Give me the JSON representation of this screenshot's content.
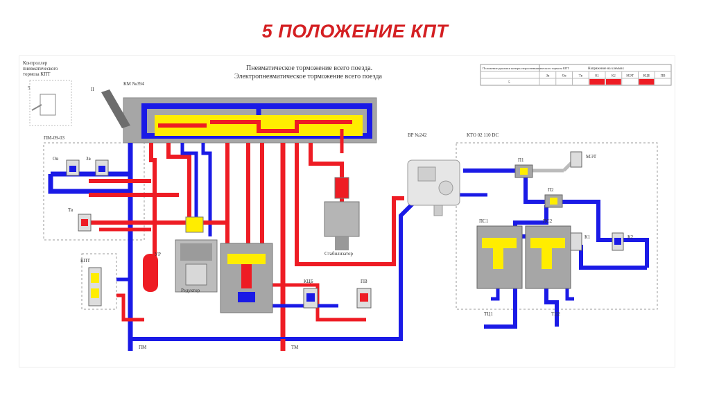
{
  "slide": {
    "title": "5 ПОЛОЖЕНИЕ КПТ"
  },
  "diagram": {
    "heading_line1": "Пневматическое торможение всего поезда.",
    "heading_line2": "Электропневматическое торможение всего поезда",
    "controller_label_1": "Контроллер",
    "controller_label_2": "пневматического",
    "controller_label_3": "тормоза КПТ",
    "controller_pos_5": "5",
    "controller_pos_2": "II",
    "valve_km": "КМ №394",
    "valve_pm": "ПМ-09-03",
    "ov": "Ов",
    "zv": "Зв",
    "tv": "Тв",
    "kpt": "КПТ",
    "ur": "УР",
    "reduktor": "Редуктор",
    "stabilizator": "Стабилизатор",
    "kcb": "КЦБ",
    "pv": "ПВ",
    "pm": "ПМ",
    "tm": "ТМ",
    "vr": "ВР №242",
    "kto": "КТО 02 110 DC",
    "p1": "П1",
    "p2": "П2",
    "met": "МЭТ",
    "ps1": "ПС1",
    "ps2": "ПС2",
    "k1": "К1",
    "k2": "К2",
    "tc1": "ТЦ1",
    "tc2": "ТЦ2"
  },
  "table": {
    "caption": "Положение рукоятки контроллера пневматического тормоза КПТ",
    "group_header": "Напряжение на клеммах",
    "headers": [
      "Зв",
      "Ов",
      "Тв",
      "К1",
      "К2",
      "МЭТ",
      "КЦБ",
      "ПВ"
    ],
    "position": "5",
    "active": [
      false,
      false,
      false,
      true,
      true,
      false,
      true,
      false
    ]
  },
  "colors": {
    "pressure": "#ee1c24",
    "release": "#1a1ae6",
    "yellow": "#ffed00",
    "grey": "#a6a6a6"
  }
}
